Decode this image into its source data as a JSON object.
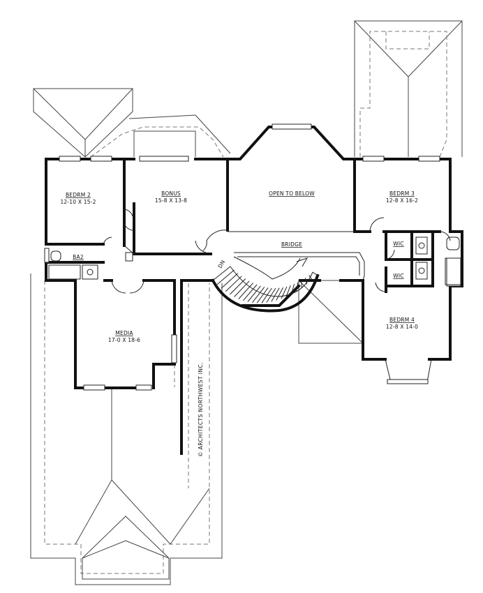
{
  "rooms": {
    "bedrm2": {
      "name": "BEDRM 2",
      "dims": "12-10 X 15-2"
    },
    "bonus": {
      "name": "BONUS",
      "dims": "15-8 X 13-8"
    },
    "open_to_below": {
      "name": "OPEN TO BELOW"
    },
    "bedrm3": {
      "name": "BEDRM 3",
      "dims": "12-8 X 16-2"
    },
    "bridge": {
      "name": "BRIDGE"
    },
    "ba2": {
      "name": "BA2"
    },
    "wic_upper": {
      "name": "WIC"
    },
    "wic_lower": {
      "name": "WIC"
    },
    "media": {
      "name": "MEDIA",
      "dims": "17-0 X 18-6"
    },
    "bedrm4": {
      "name": "BEDRM 4",
      "dims": "12-8 X 14-0"
    }
  },
  "stair": {
    "label": "DN"
  },
  "copyright": {
    "text": "© ARCHITECTS NORTHWEST INC."
  }
}
